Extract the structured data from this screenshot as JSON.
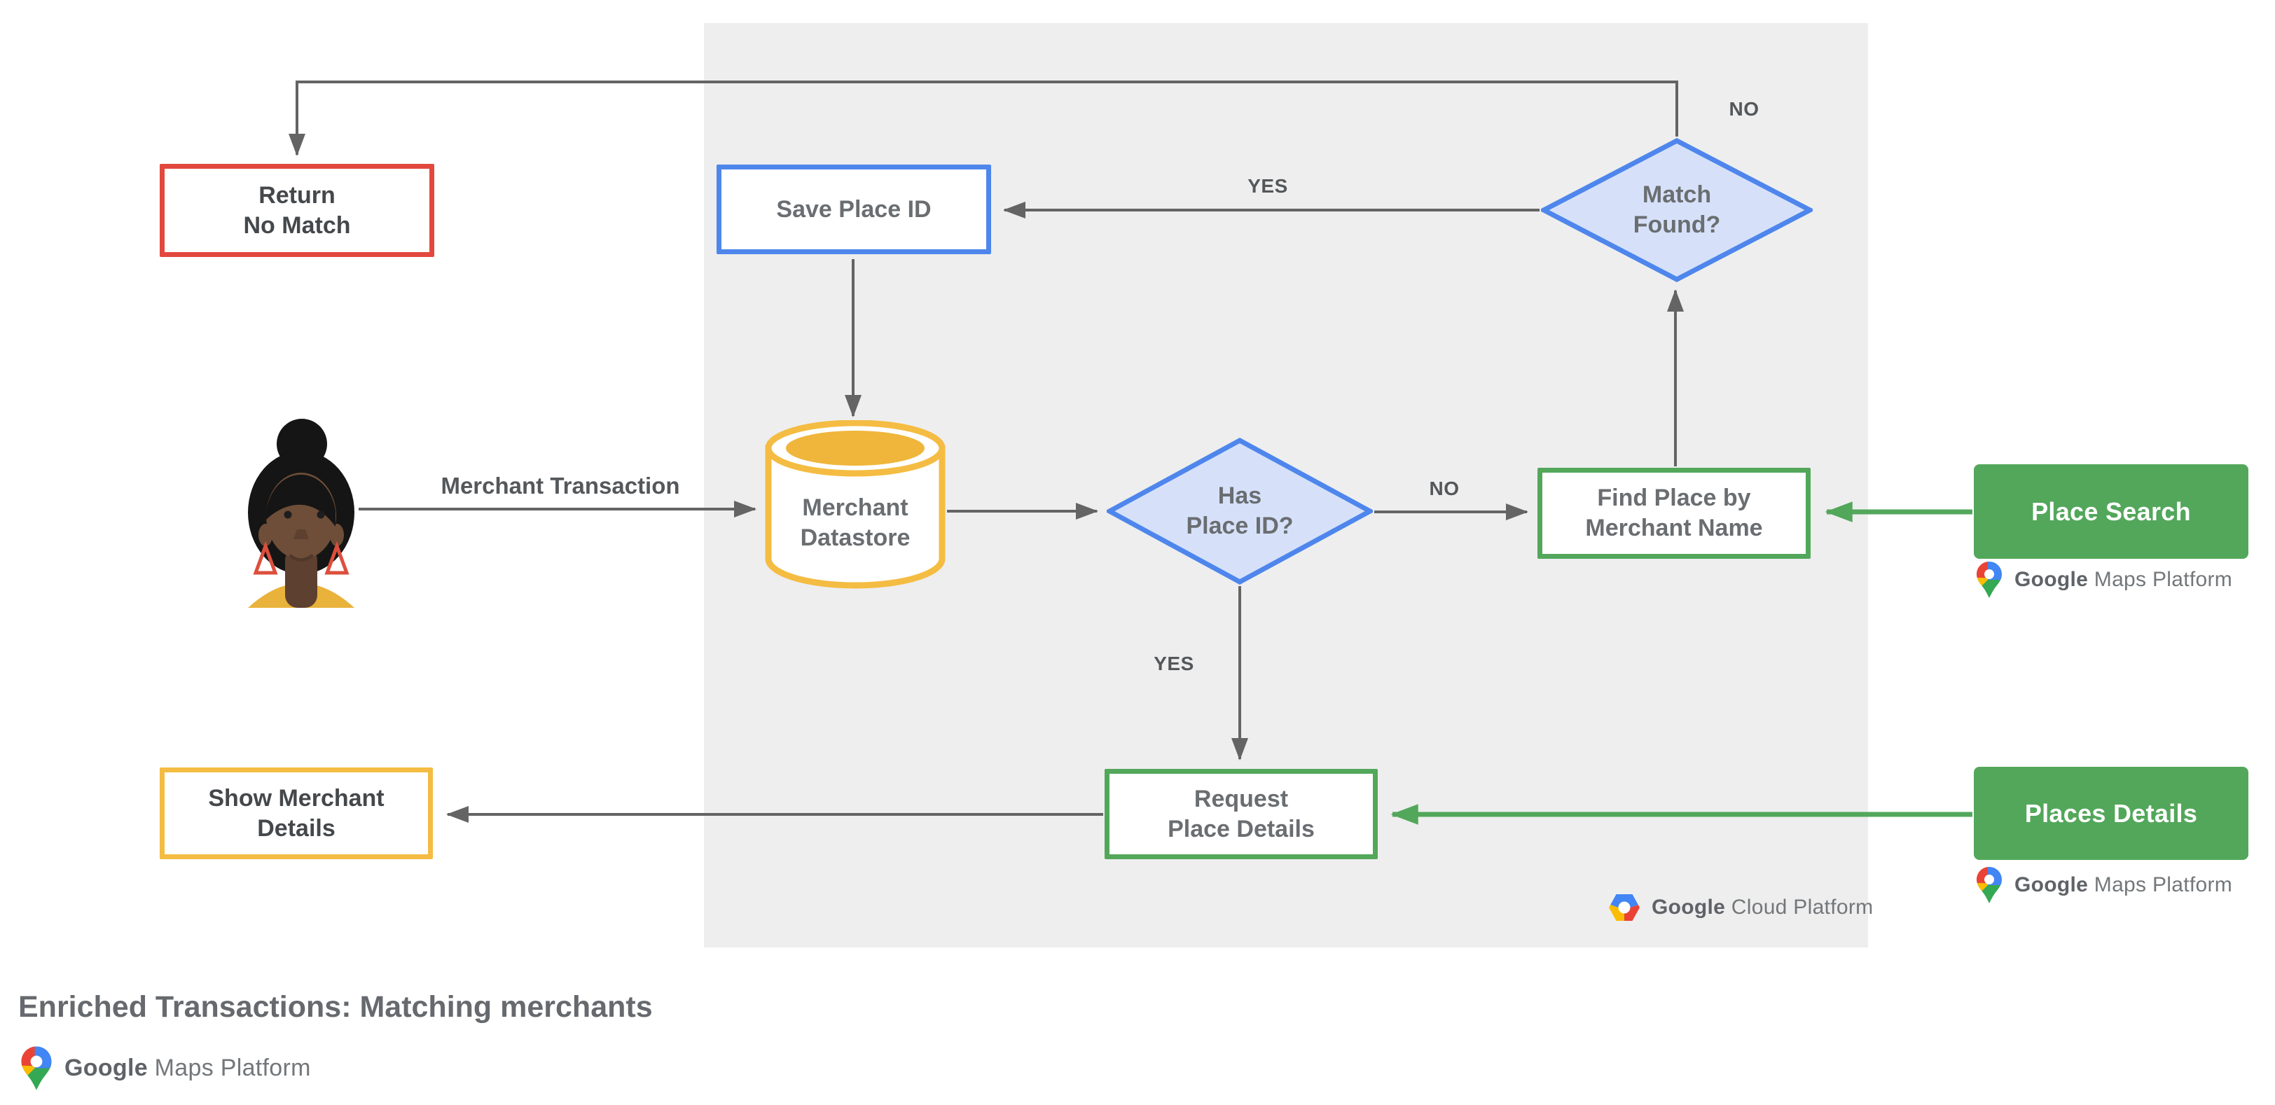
{
  "title": "Enriched Transactions: Matching merchants",
  "colors": {
    "red": "#E2483D",
    "blue": "#4E86EC",
    "blue-fill": "#D6E1F9",
    "yellow": "#F4BC42",
    "yellow-fill": "#EFB63B",
    "green": "#53A75B",
    "panel": "#EEEEEE",
    "arrow-color": "#646464",
    "text-dark": "#45484B",
    "text-gray": "#6A6E71",
    "edge-label-color": "#54575A"
  },
  "nodes": {
    "return_no_match": {
      "label": "Return\nNo Match"
    },
    "save_place_id": {
      "label": "Save Place ID"
    },
    "match_found": {
      "label": "Match\nFound?"
    },
    "merchant_datastore": {
      "label": "Merchant\nDatastore"
    },
    "has_place_id": {
      "label": "Has\nPlace ID?"
    },
    "find_place_by_merchant_name": {
      "label": "Find Place by\nMerchant Name"
    },
    "place_search": {
      "label": "Place Search"
    },
    "request_place_details": {
      "label": "Request\nPlace Details"
    },
    "places_details": {
      "label": "Places Details"
    },
    "show_merchant_details": {
      "label": "Show Merchant\nDetails"
    }
  },
  "edge_labels": {
    "merchant_transaction": "Merchant Transaction",
    "match_found_yes": "YES",
    "match_found_no": "NO",
    "has_place_id_yes": "YES",
    "has_place_id_no": "NO"
  },
  "logos": {
    "google": "Google",
    "maps_platform": "Maps Platform",
    "cloud_platform": "Cloud Platform"
  }
}
